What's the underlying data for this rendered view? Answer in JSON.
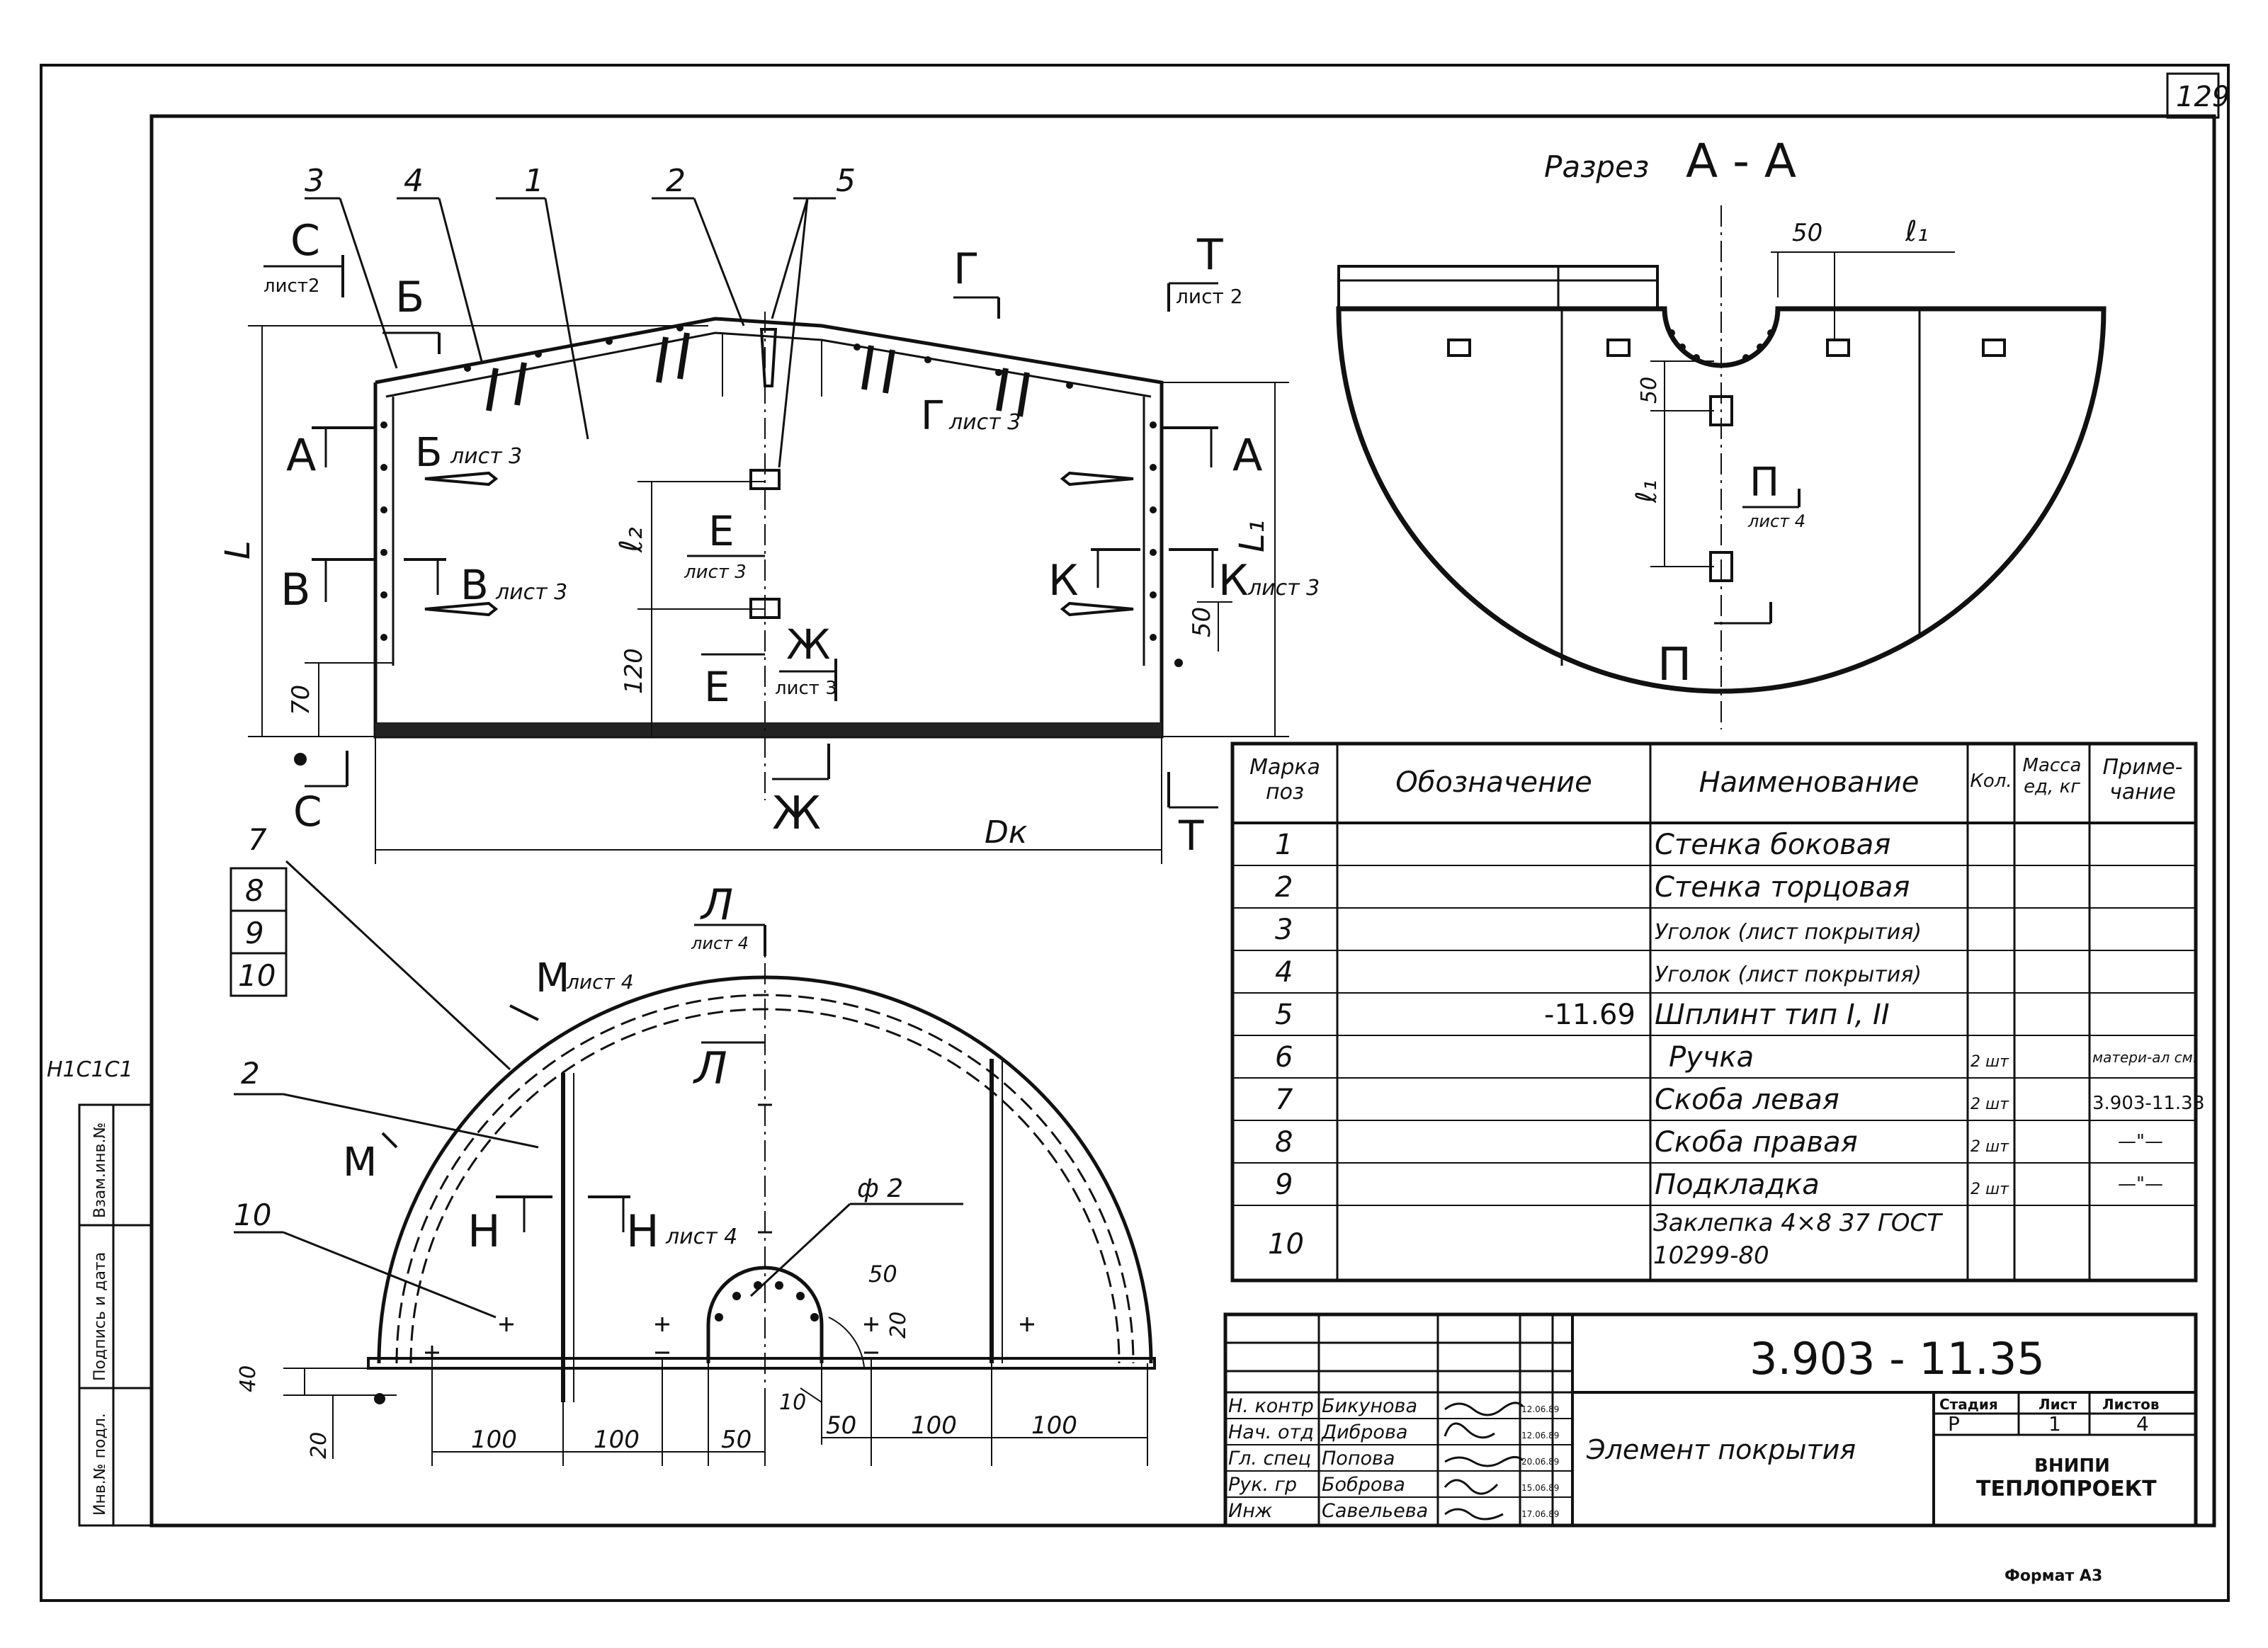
{
  "sheet": {
    "number": "129",
    "side_code": "H1C1C1",
    "format_label": "Формат А3"
  },
  "side_strip": [
    "Взам.инв.№",
    "Подпись и дата",
    "Инв.№ подл."
  ],
  "views": {
    "main": {
      "leaders": [
        "3",
        "4",
        "1",
        "2",
        "5"
      ],
      "section_marks": {
        "C_top": "С",
        "C_top_ref": "лист2",
        "B_top": "Б",
        "G_top": "Г",
        "T_top": "Т",
        "T_ref": "лист 2",
        "A_left": "А",
        "A_right": "А",
        "B_low": "Б",
        "B_low_ref": "лист 3",
        "G_low": "Г",
        "G_low_ref": "лист 3",
        "V_left": "В",
        "V_right": "В",
        "V_ref": "лист 3",
        "E_top": "Е",
        "E_ref": "лист 3",
        "E_bot": "Е",
        "Zh_top": "Ж",
        "Zh_ref": "лист 3",
        "Zh_bot": "Ж",
        "K_left": "К",
        "K_right": "К",
        "K_ref": "лист 3",
        "C_bot": "С",
        "T_bot": "Т"
      },
      "dims": {
        "L": "L",
        "L1": "L₁",
        "l2": "ℓ₂",
        "d120": "120",
        "d70": "70",
        "d50": "50",
        "Dk": "Dк"
      }
    },
    "section_AA": {
      "title": "Разрез",
      "letters": "А - А",
      "dims": {
        "d50_top": "50",
        "l1_top": "ℓ₁",
        "d50_side": "50",
        "l1_side": "ℓ₁"
      },
      "marks": {
        "P_top": "П",
        "P_ref": "лист 4",
        "P_bot": "П"
      }
    },
    "end_view": {
      "items": [
        "7",
        "8",
        "9",
        "10"
      ],
      "leaders": {
        "item2": "2",
        "item10": "10"
      },
      "marks": {
        "L_top": "Л",
        "L_ref": "лист 4",
        "L_bot": "Л",
        "M_top": "М",
        "M_ref": "лист 4",
        "M_bot": "М",
        "H_left": "Н",
        "H_right": "Н",
        "H_ref": "лист 4"
      },
      "dims": {
        "phi": "ф 2",
        "d50_arc": "50",
        "d20_arc": "20",
        "d40": "40",
        "d20": "20",
        "d10": "10",
        "b1": "100",
        "b2": "100",
        "b3": "50",
        "b4": "50",
        "b5": "100",
        "b6": "100"
      }
    }
  },
  "spec_table": {
    "headers": [
      "Марка поз",
      "Обозначение",
      "Наименование",
      "Кол.",
      "Масса ед, кг",
      "Приме-чание"
    ],
    "rows": [
      {
        "pos": "1",
        "des": "",
        "name": "Стенка боковая",
        "qty": "",
        "mass": "",
        "note": ""
      },
      {
        "pos": "2",
        "des": "",
        "name": "Стенка торцовая",
        "qty": "",
        "mass": "",
        "note": ""
      },
      {
        "pos": "3",
        "des": "",
        "name": "Уголок (лист покрытия)",
        "qty": "",
        "mass": "",
        "note": ""
      },
      {
        "pos": "4",
        "des": "",
        "name": "Уголок (лист покрытия)",
        "qty": "",
        "mass": "",
        "note": ""
      },
      {
        "pos": "5",
        "des": "-11.69",
        "name": "Шплинт тип I, II",
        "qty": "",
        "mass": "",
        "note": ""
      },
      {
        "pos": "6",
        "des": "",
        "name": "Ручка",
        "qty": "2 шт",
        "mass": "",
        "note": "матери-ал см."
      },
      {
        "pos": "7",
        "des": "",
        "name": "Скоба левая",
        "qty": "2 шт",
        "mass": "",
        "note": "3.903-11.38"
      },
      {
        "pos": "8",
        "des": "",
        "name": "Скоба правая",
        "qty": "2 шт",
        "mass": "",
        "note": "—\"—"
      },
      {
        "pos": "9",
        "des": "",
        "name": "Подкладка",
        "qty": "2 шт",
        "mass": "",
        "note": "—\"—"
      },
      {
        "pos": "10",
        "des": "",
        "name": "Заклепка 4×8 37 ГОСТ 10299-80",
        "qty": "",
        "mass": "",
        "note": ""
      }
    ]
  },
  "title_block": {
    "doc_code": "3.903 - 11.35",
    "title": "Элемент покрытия",
    "stage_h": "Стадия",
    "sheet_h": "Лист",
    "sheets_h": "Листов",
    "stage": "Р",
    "sheet": "1",
    "sheets": "4",
    "org_line1": "ВНИПИ",
    "org_line2": "ТЕПЛОПРОЕКТ",
    "signers": [
      {
        "role": "Н. контр",
        "name": "Бикунова",
        "date": "12.06.89"
      },
      {
        "role": "Нач. отд",
        "name": "Диброва",
        "date": "12.06.89"
      },
      {
        "role": "Гл. спец",
        "name": "Попова",
        "date": "20.06.89"
      },
      {
        "role": "Рук. гр",
        "name": "Боброва",
        "date": "15.06.89"
      },
      {
        "role": "Инж",
        "name": "Савельева",
        "date": "17.06.89"
      }
    ]
  }
}
